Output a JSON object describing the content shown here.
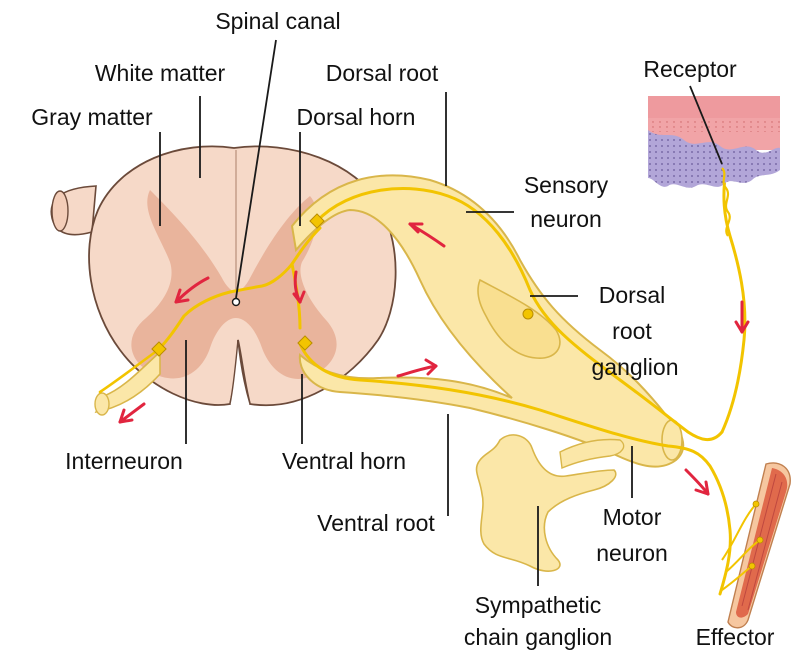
{
  "labels": {
    "spinal_canal": "Spinal canal",
    "white_matter": "White matter",
    "gray_matter": "Gray matter",
    "dorsal_root": "Dorsal root",
    "dorsal_horn": "Dorsal horn",
    "receptor": "Receptor",
    "sensory_neuron_1": "Sensory",
    "sensory_neuron_2": "neuron",
    "dorsal_root_ganglion_1": "Dorsal",
    "dorsal_root_ganglion_2": "root",
    "dorsal_root_ganglion_3": "ganglion",
    "interneuron": "Interneuron",
    "ventral_horn": "Ventral horn",
    "ventral_root": "Ventral root",
    "motor_neuron_1": "Motor",
    "motor_neuron_2": "neuron",
    "sympathetic_chain_ganglion_1": "Sympathetic",
    "sympathetic_chain_ganglion_2": "chain ganglion",
    "effector": "Effector"
  },
  "colors": {
    "white_matter": "#f6d9c8",
    "gray_matter": "#e9b49c",
    "nerve_fill": "#fbe7a8",
    "nerve_outline": "#d9b64a",
    "axon": "#f2c400",
    "arrow": "#e1253f",
    "skin_epidermis": "#f1a4a7",
    "skin_dermis": "#b2a6d8",
    "muscle": "#e06a4c",
    "leader_line": "#1a1a1a"
  }
}
